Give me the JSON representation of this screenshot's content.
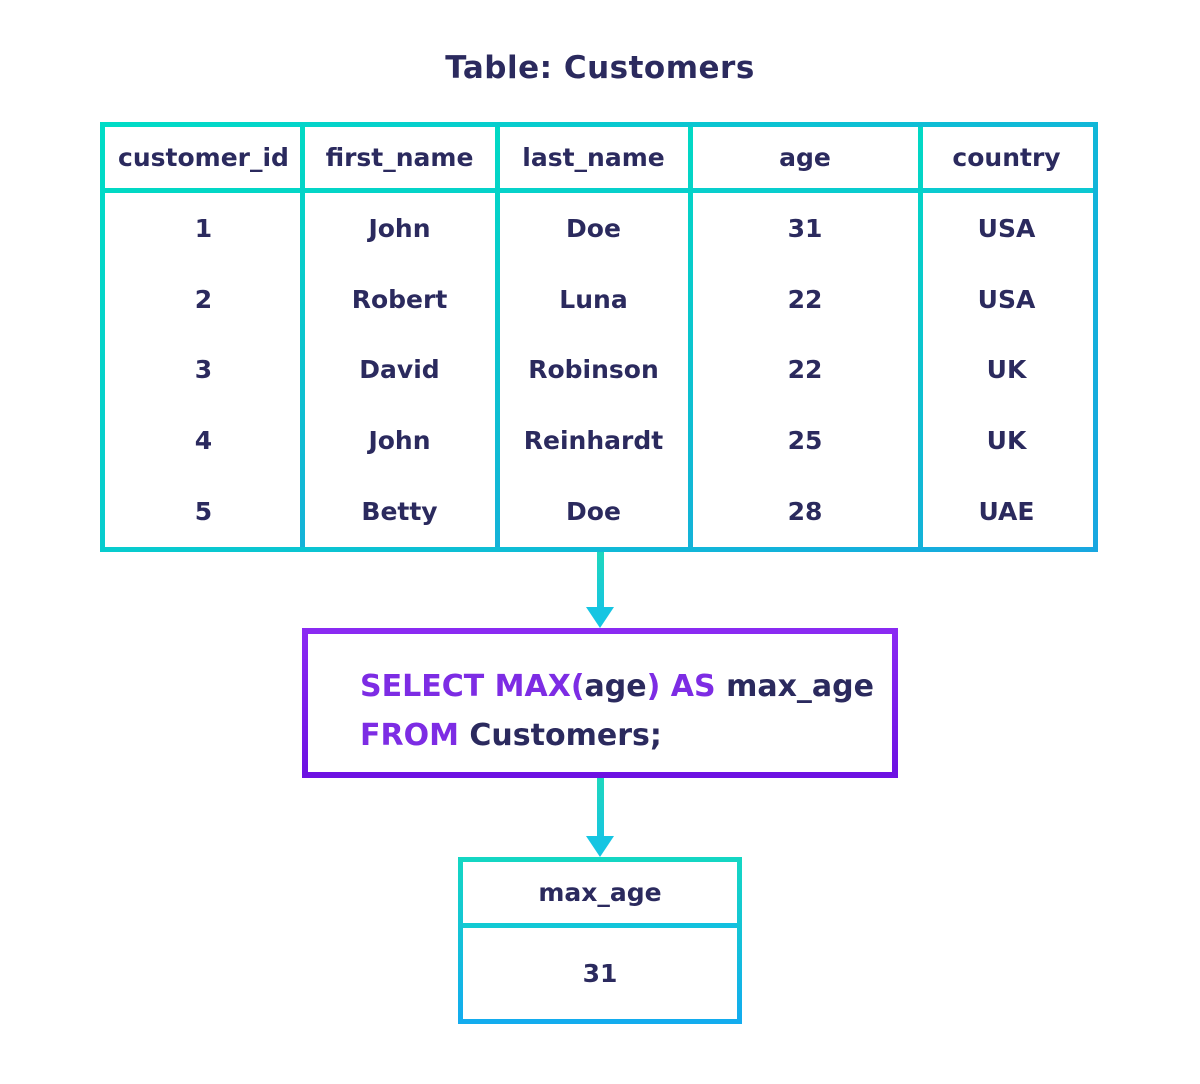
{
  "title": "Table: Customers",
  "colors": {
    "navy_text": "#2b2a5e",
    "teal_border": "#00d8c6",
    "blue_border_end": "#18a7e0",
    "purple_border": "#7d1fe8",
    "purple_keyword": "#7d2ce4"
  },
  "customers_table": {
    "columns": [
      "customer_id",
      "first_name",
      "last_name",
      "age",
      "country"
    ],
    "rows": [
      [
        "1",
        "John",
        "Doe",
        "31",
        "USA"
      ],
      [
        "2",
        "Robert",
        "Luna",
        "22",
        "USA"
      ],
      [
        "3",
        "David",
        "Robinson",
        "22",
        "UK"
      ],
      [
        "4",
        "John",
        "Reinhardt",
        "25",
        "UK"
      ],
      [
        "5",
        "Betty",
        "Doe",
        "28",
        "UAE"
      ]
    ]
  },
  "query": {
    "line1": [
      {
        "text": "SELECT MAX(",
        "type": "keyword"
      },
      {
        "text": "age",
        "type": "plain"
      },
      {
        "text": ") AS ",
        "type": "keyword"
      },
      {
        "text": "max_age",
        "type": "plain"
      }
    ],
    "line2": [
      {
        "text": "FROM ",
        "type": "keyword"
      },
      {
        "text": "Customers;",
        "type": "plain"
      }
    ]
  },
  "result_table": {
    "header": "max_age",
    "value": "31"
  }
}
